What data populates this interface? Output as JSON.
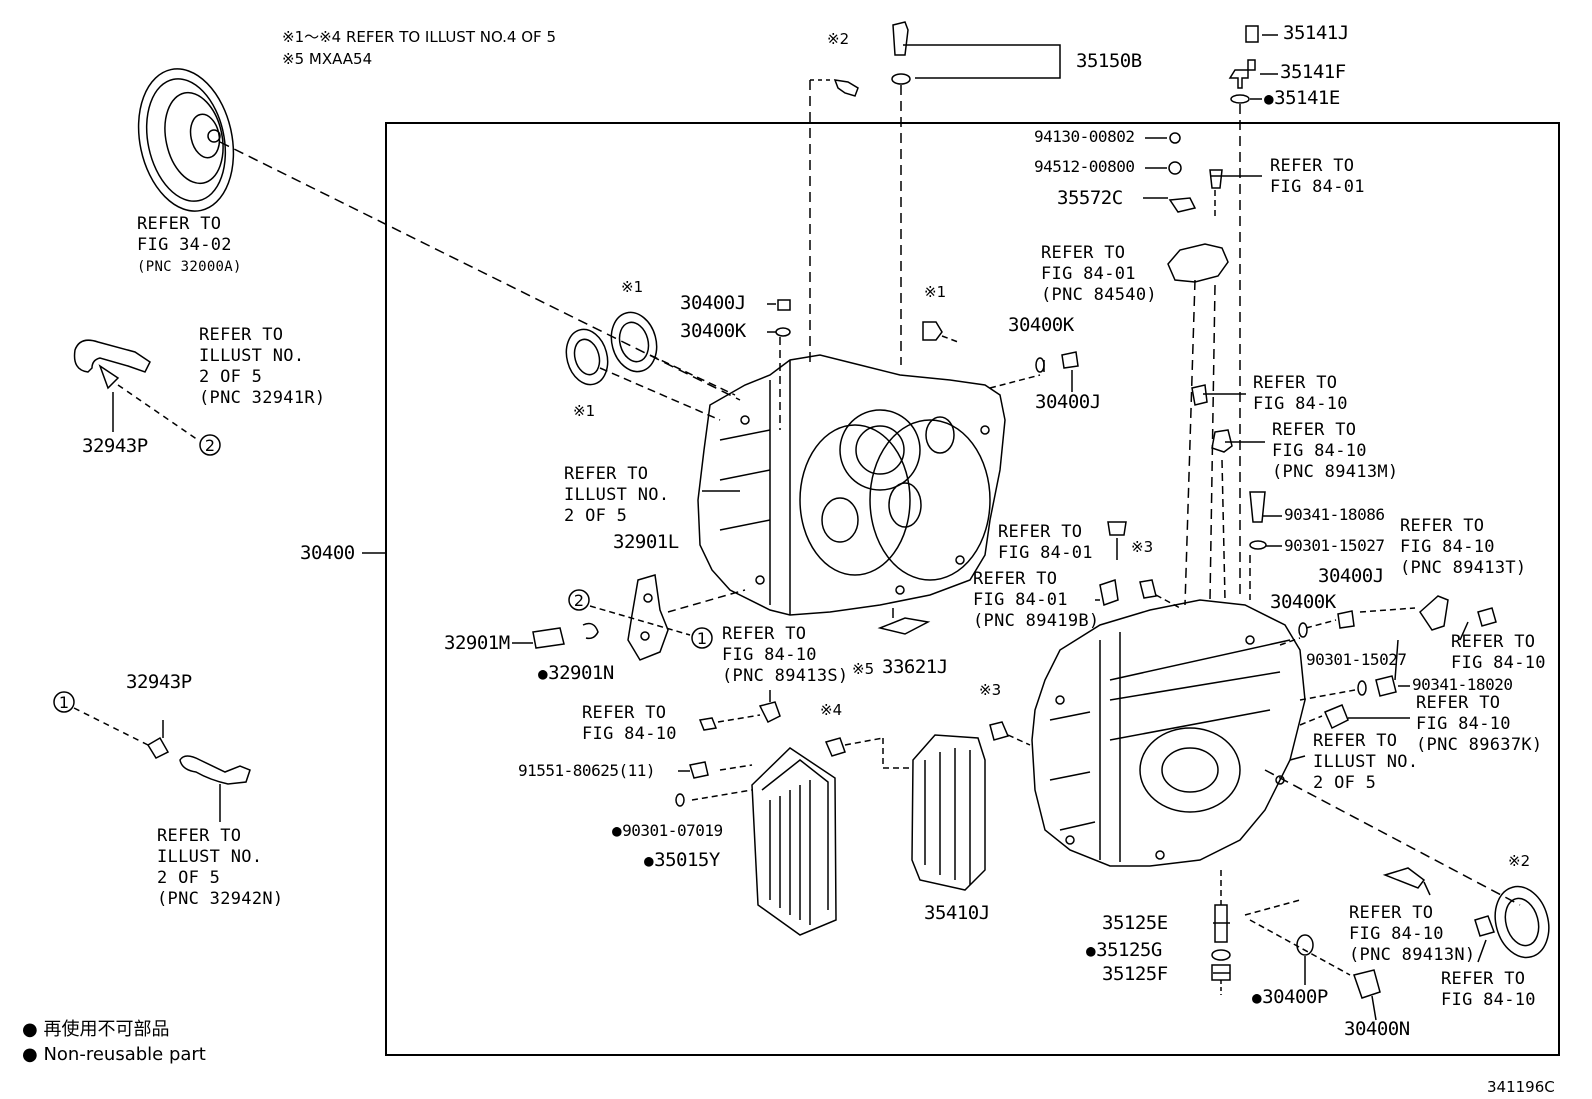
{
  "notes": {
    "refer_illust": "※1～※4 REFER TO ILLUST NO.4 OF 5",
    "model": "※5 MXAA54"
  },
  "legend": {
    "non_reusable_jp": "再使用不可部品",
    "non_reusable_en": "Non-reusable part"
  },
  "illustration_code": "341196C",
  "circle_refs": [
    "1",
    "2"
  ],
  "markers": [
    "※1",
    "※2",
    "※3",
    "※4",
    "※5"
  ],
  "parts": {
    "p30400": "30400",
    "p35150B": "35150B",
    "p35141J": "35141J",
    "p35141F": "35141F",
    "p35141E": "35141E",
    "p94130": "94130-00802",
    "p94512": "94512-00800",
    "p35572C": "35572C",
    "p30400J_a": "30400J",
    "p30400K_a": "30400K",
    "p30400K_b": "30400K",
    "p30400J_b": "30400J",
    "p32943P_a": "32943P",
    "p32943P_b": "32943P",
    "p32901L": "32901L",
    "p32901M": "32901M",
    "p32901N": "32901N",
    "p33621J": "33621J",
    "p91551": "91551-80625(11)",
    "p90301_07019": "90301-07019",
    "p35015Y": "35015Y",
    "p35410J": "35410J",
    "p90341_18086": "90341-18086",
    "p90301_15027_a": "90301-15027",
    "p30400J_c": "30400J",
    "p30400K_c": "30400K",
    "p90301_15027_b": "90301-15027",
    "p90341_18020": "90341-18020",
    "p35125E": "35125E",
    "p35125G": "35125G",
    "p35125F": "35125F",
    "p30400P": "30400P",
    "p30400N": "30400N"
  },
  "refs": {
    "r_tc_1": "REFER TO",
    "r_tc_2": "FIG 34-02",
    "r_tc_3": "(PNC 32000A)",
    "r_hose1_1": "REFER TO",
    "r_hose1_2": "ILLUST NO.",
    "r_hose1_3": "2 OF 5",
    "r_hose1_4": "(PNC 32941R)",
    "r_hose2_1": "REFER TO",
    "r_hose2_2": "ILLUST NO.",
    "r_hose2_3": "2 OF 5",
    "r_hose2_4": "(PNC 32942N)",
    "r_case_1": "REFER TO",
    "r_case_2": "ILLUST NO.",
    "r_case_3": "2 OF 5",
    "r_sensS_1": "REFER TO",
    "r_sensS_2": "FIG 84-10",
    "r_sensS_3": "(PNC 89413S)",
    "r_bolt84_1": "REFER TO",
    "r_bolt84_2": "FIG 84-10",
    "r_tr1_1": "REFER TO",
    "r_tr1_2": "FIG 84-01",
    "r_tr2_1": "REFER TO",
    "r_tr2_2": "FIG 84-01",
    "r_tr2_3": "(PNC 84540)",
    "r_m10a_1": "REFER TO",
    "r_m10a_2": "FIG 84-10",
    "r_m10b_1": "REFER TO",
    "r_m10b_2": "FIG 84-10",
    "r_m10b_3": "(PNC 89413M)",
    "r_c01_1": "REFER TO",
    "r_c01_2": "FIG 84-01",
    "r_c01b_1": "REFER TO",
    "r_c01b_2": "FIG 84-01",
    "r_c01b_3": "(PNC 89419B)",
    "r_T_1": "REFER TO",
    "r_T_2": "FIG 84-10",
    "r_T_3": "(PNC 89413T)",
    "r_rb_1": "REFER TO",
    "r_rb_2": "FIG 84-10",
    "r_K_1": "REFER TO",
    "r_K_2": "FIG 84-10",
    "r_K_3": "(PNC 89637K)",
    "r_ill_1": "REFER TO",
    "r_ill_2": "ILLUST NO.",
    "r_ill_3": "2 OF 5",
    "r_N_1": "REFER TO",
    "r_N_2": "FIG 84-10",
    "r_N_3": "(PNC 89413N)",
    "r_br_1": "REFER TO",
    "r_br_2": "FIG 84-10"
  }
}
